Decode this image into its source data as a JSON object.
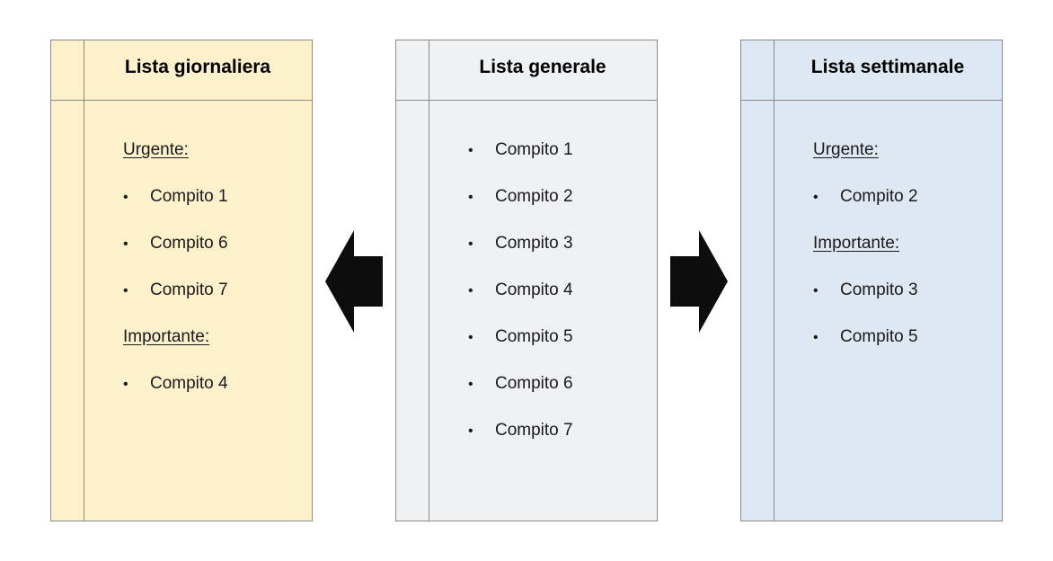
{
  "lists": {
    "daily": {
      "title": "Lista giornaliera",
      "urgent_label": "Urgente:",
      "urgent_items": [
        "Compito 1",
        "Compito 6",
        "Compito 7"
      ],
      "important_label": "Importante:",
      "important_items": [
        "Compito 4"
      ]
    },
    "general": {
      "title": "Lista generale",
      "items": [
        "Compito 1",
        "Compito 2",
        "Compito 3",
        "Compito 4",
        "Compito 5",
        "Compito 6",
        "Compito 7"
      ]
    },
    "weekly": {
      "title": "Lista settimanale",
      "urgent_label": "Urgente:",
      "urgent_items": [
        "Compito 2"
      ],
      "important_label": "Importante:",
      "important_items": [
        "Compito 3",
        "Compito 5"
      ]
    }
  },
  "bullet": "•",
  "colors": {
    "daily_bg": "#fdf1cc",
    "general_bg": "#f0f1f3",
    "weekly_bg": "#dee8f2",
    "arrow": "#0d0d0d",
    "border": "#8a8a8a"
  }
}
